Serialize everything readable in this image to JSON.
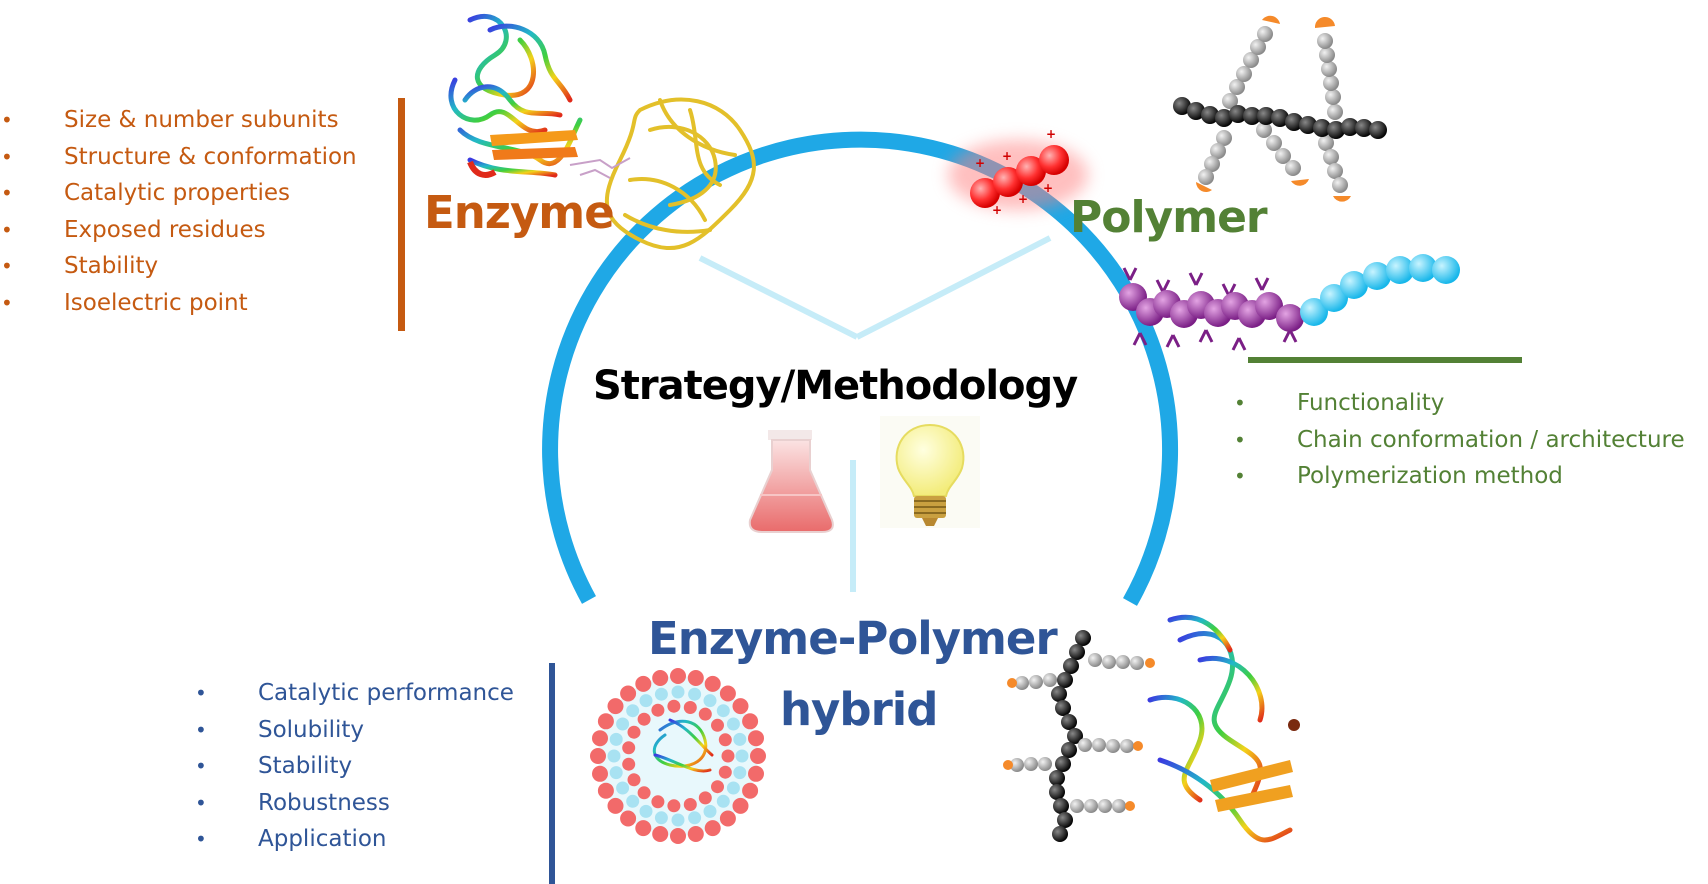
{
  "enzyme": {
    "title": "Enzyme",
    "items": [
      "Size & number subunits",
      "Structure & conformation",
      "Catalytic properties",
      "Exposed residues",
      "Stability",
      "Isoelectric point"
    ],
    "color": "#c55a11"
  },
  "polymer": {
    "title": "Polymer",
    "items": [
      "Functionality",
      "Chain conformation / architecture",
      "Polymerization method"
    ],
    "color": "#538135"
  },
  "center": {
    "title": "Strategy/Methodology",
    "icons": [
      "flask-icon",
      "lightbulb-icon"
    ]
  },
  "hybrid": {
    "title_line1": "Enzyme-Polymer",
    "title_line2": "hybrid",
    "items": [
      "Catalytic performance",
      "Solubility",
      "Stability",
      "Robustness",
      "Application"
    ],
    "color": "#2f5597"
  },
  "ring_color": "#1fa8e6"
}
